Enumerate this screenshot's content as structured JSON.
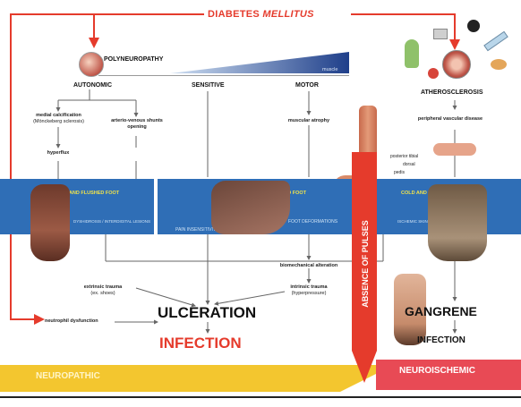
{
  "title": {
    "prefix": "DIABETES ",
    "suffix": "MELLITUS"
  },
  "poly": {
    "label": "POLYNEUROPATHY",
    "wedge_label": "muscle"
  },
  "branches": {
    "autonomic": "AUTONOMIC",
    "sensitive": "SENSITIVE",
    "motor": "MOTOR"
  },
  "autonomic_items": {
    "medial_calc": "medial calcification",
    "medial_calc_sub": "(Mönckeberg sclerosis)",
    "hyperflux": "hyperflux",
    "av_shunts": "arterio-venous shunts opening",
    "neutrophil": "neutrophil dysfunction"
  },
  "motor_items": {
    "atrophy": "muscular atrophy",
    "biomech": "biomechanical alteration",
    "intrinsic": "intrinsic trauma",
    "intrinsic_sub": "(hyperpressure)"
  },
  "extrinsic": {
    "label": "extrinsic trauma",
    "sub": "(ex. shoes)"
  },
  "athero": {
    "label": "ATHEROSCLEROSIS",
    "pvd": "peripheral vascular disease",
    "pulse_labels": [
      "posterior tibial",
      "dorsal",
      "pedis"
    ]
  },
  "bands": {
    "left": "HOT AND FLUSHED FOOT",
    "mid": "INSENSIBLE AND DEFORMED FOOT",
    "right": "COLD AND PALE FOOT",
    "left_sub": "DYSHIDROSIS / INTERDIGITAL LESIONS",
    "mid_sub": "PAIN INSENSITIVITY",
    "mid_sub2": "FOOT DEFORMATIONS",
    "right_sub": "ISCHEMIC SKIN DEGENERATION"
  },
  "absence": "ABSENCE OF PULSES",
  "outcomes": {
    "ulceration": "ULCERATION",
    "infection": "INFECTION",
    "gangrene": "GANGRENE",
    "infection_right": "INFECTION"
  },
  "bottom": {
    "left": "NEUROPATHIC",
    "right": "NEUROISCHEMIC"
  },
  "colors": {
    "red": "#e53b2c",
    "blue": "#2f6eb6",
    "yellow": "#f3c62f",
    "navy": "#1f3f8a"
  }
}
